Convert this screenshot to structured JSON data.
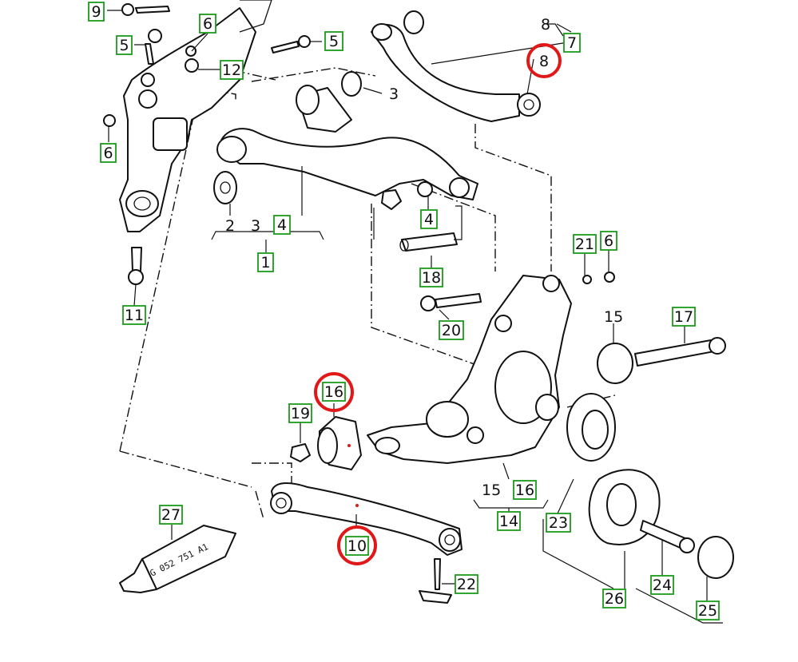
{
  "callouts": {
    "c1": "1",
    "c2": "2",
    "c3a": "3",
    "c3b": "3",
    "c4a": "4",
    "c4b": "4",
    "c5a": "5",
    "c5b": "5",
    "c6a": "6",
    "c6b": "6",
    "c6c": "6",
    "c7": "7",
    "c8a": "8",
    "c8b": "8",
    "c9": "9",
    "c10": "10",
    "c11": "11",
    "c12": "12",
    "c14": "14",
    "c15a": "15",
    "c15b": "15",
    "c16a": "16",
    "c16b": "16",
    "c17": "17",
    "c18": "18",
    "c19": "19",
    "c20": "20",
    "c21": "21",
    "c22": "22",
    "c23": "23",
    "c24": "24",
    "c25": "25",
    "c26": "26",
    "c27": "27"
  },
  "tube_print": "G  052  751  A1",
  "colors": {
    "label_box": "#1c9a1c",
    "highlight": "#e01818",
    "lines": "#111111"
  }
}
